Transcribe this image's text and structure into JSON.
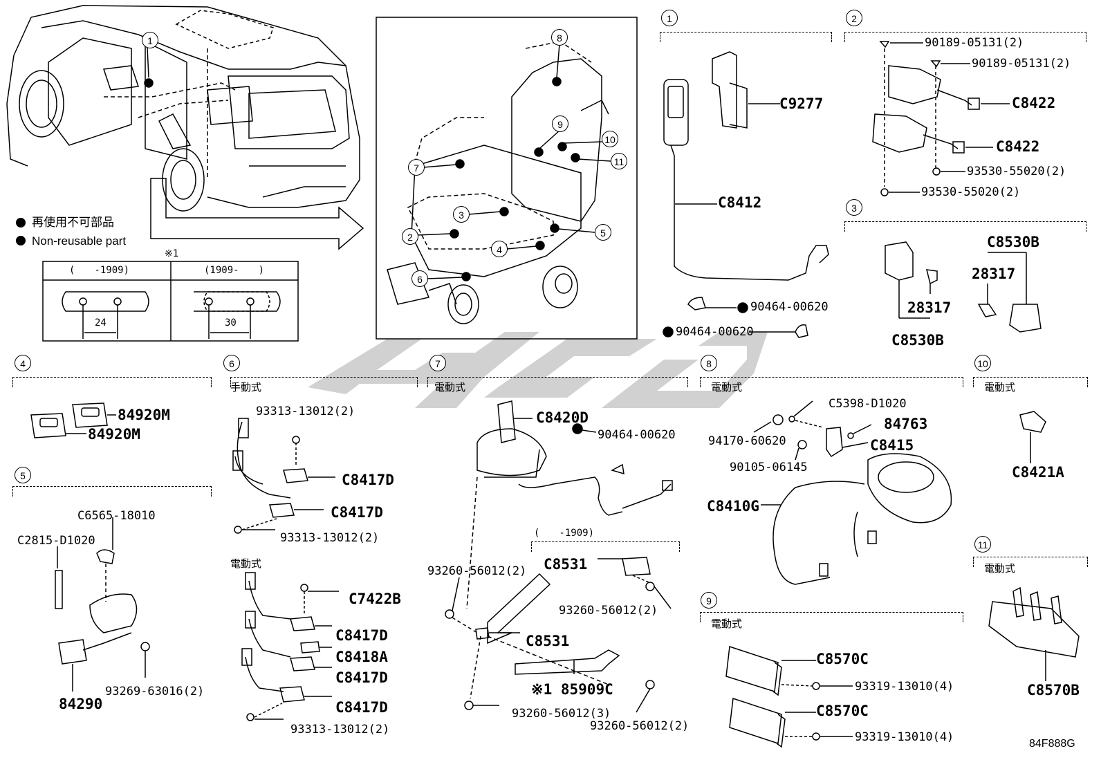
{
  "legend": {
    "jp": "再使用不可部品",
    "en": "Non-reusable part"
  },
  "note": {
    "mark": "※1",
    "col1": "(　　-1909)",
    "col2": "(1909-　　)",
    "dim1": "24",
    "dim2": "30"
  },
  "callouts": [
    "1",
    "2",
    "3",
    "4",
    "5",
    "6",
    "7",
    "8",
    "9",
    "10",
    "11"
  ],
  "labels": {
    "manual": "手動式",
    "power": "電動式",
    "range_1909": "(　　-1909)",
    "diagram_code": "84F888G"
  },
  "sec1": {
    "c9277": "C9277",
    "c8412": "C8412",
    "p1": "90464-00620",
    "p2": "90464-00620"
  },
  "sec2": {
    "p1": "90189-05131(2)",
    "p2": "90189-05131(2)",
    "c1": "C8422",
    "c2": "C8422",
    "p3": "93530-55020(2)",
    "p4": "93530-55020(2)"
  },
  "sec3": {
    "c1": "C8530B",
    "p1": "28317",
    "p2": "28317",
    "c2": "C8530B"
  },
  "sec4": {
    "p1": "84920M",
    "p2": "84920M"
  },
  "sec5": {
    "p1": "C6565-18010",
    "p2": "C2815-D1020",
    "p3": "84290",
    "p4": "93269-63016(2)"
  },
  "sec6": {
    "p1": "93313-13012(2)",
    "c1": "C8417D",
    "c2": "C8417D",
    "p2": "93313-13012(2)",
    "c3": "C7422B",
    "c4": "C8417D",
    "c5": "C8418A",
    "c6": "C8417D",
    "c7": "C8417D",
    "p3": "93313-13012(2)"
  },
  "sec7": {
    "c1": "C8420D",
    "p1": "90464-00620",
    "c2": "C8531",
    "p2": "93260-56012(2)",
    "p3": "93260-56012(2)",
    "c3": "C8531",
    "c4": "※1 85909C",
    "p4": "93260-56012(3)",
    "p5": "93260-56012(2)"
  },
  "sec8": {
    "p1": "C5398-D1020",
    "p2": "84763",
    "p3": "94170-60620",
    "c1": "C8415",
    "p4": "90105-06145",
    "c2": "C8410G"
  },
  "sec9": {
    "c1": "C8570C",
    "p1": "93319-13010(4)",
    "c2": "C8570C",
    "p2": "93319-13010(4)"
  },
  "sec10": {
    "c1": "C8421A"
  },
  "sec11": {
    "c1": "C8570B"
  }
}
